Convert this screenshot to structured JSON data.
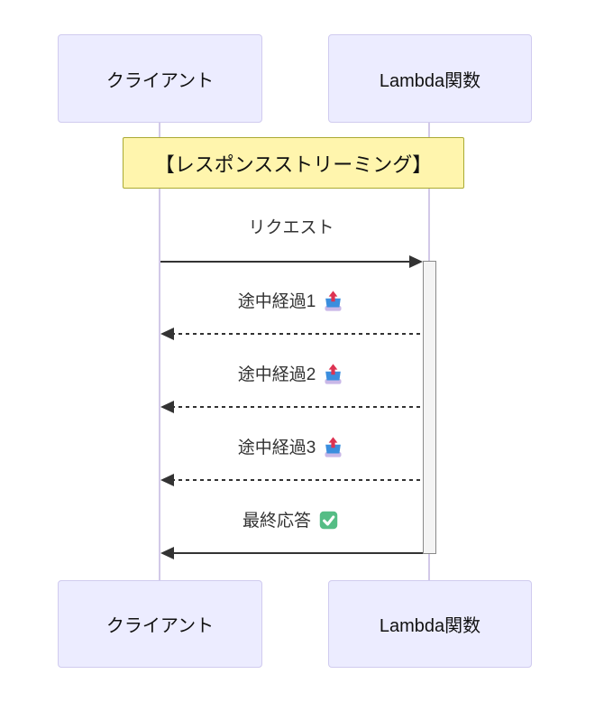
{
  "diagram": {
    "type": "sequence-diagram",
    "actors": [
      {
        "id": "client",
        "label": "クライアント"
      },
      {
        "id": "lambda",
        "label": "Lambda関数"
      }
    ],
    "note": {
      "label": "【レスポンスストリーミング】"
    },
    "messages": [
      {
        "label": "リクエスト",
        "from": "client",
        "to": "lambda",
        "line": "solid",
        "icon": null
      },
      {
        "label": "途中経過1",
        "from": "lambda",
        "to": "client",
        "line": "dashed",
        "icon": "outbox-tray"
      },
      {
        "label": "途中経過2",
        "from": "lambda",
        "to": "client",
        "line": "dashed",
        "icon": "outbox-tray"
      },
      {
        "label": "途中経過3",
        "from": "lambda",
        "to": "client",
        "line": "dashed",
        "icon": "outbox-tray"
      },
      {
        "label": "最終応答",
        "from": "lambda",
        "to": "client",
        "line": "solid",
        "icon": "check-mark"
      }
    ],
    "colors": {
      "actor_fill": "#ECECFF",
      "actor_border": "#d0cbef",
      "note_fill": "#FFF5AD",
      "note_border": "#AAAA33",
      "lifeline": "#d2c9e8",
      "activation_fill": "#f4f4f4",
      "activation_border": "#8a8a8a",
      "arrow": "#333333",
      "emoji_tray_blue": "#3b8ede",
      "emoji_arrow_red": "#dd3352",
      "emoji_base_lavender": "#c9b8e8",
      "check_green": "#55bd85"
    }
  }
}
